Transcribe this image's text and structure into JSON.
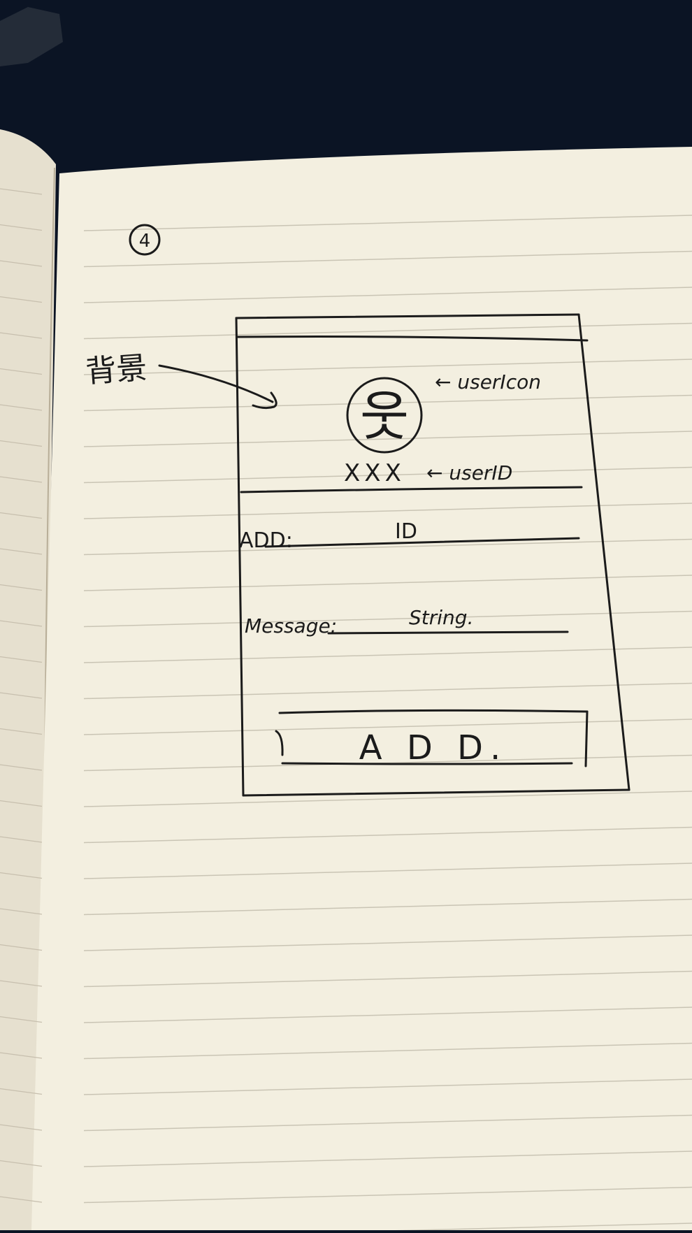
{
  "page": {
    "number": "4"
  },
  "annotation": {
    "left_label": "背景"
  },
  "mockup": {
    "user_icon": {
      "glyph": "웃",
      "label": "← userIcon"
    },
    "user_id": {
      "value": "XXX",
      "label": "← userID"
    },
    "add_field": {
      "label": "ADD:",
      "value": "ID"
    },
    "message_field": {
      "label": "Message:",
      "value": "String."
    },
    "add_button": {
      "label": "A D D."
    }
  },
  "colors": {
    "ink": "#1b1b1b",
    "paper": "#f2eddc",
    "background": "#0b1424"
  }
}
